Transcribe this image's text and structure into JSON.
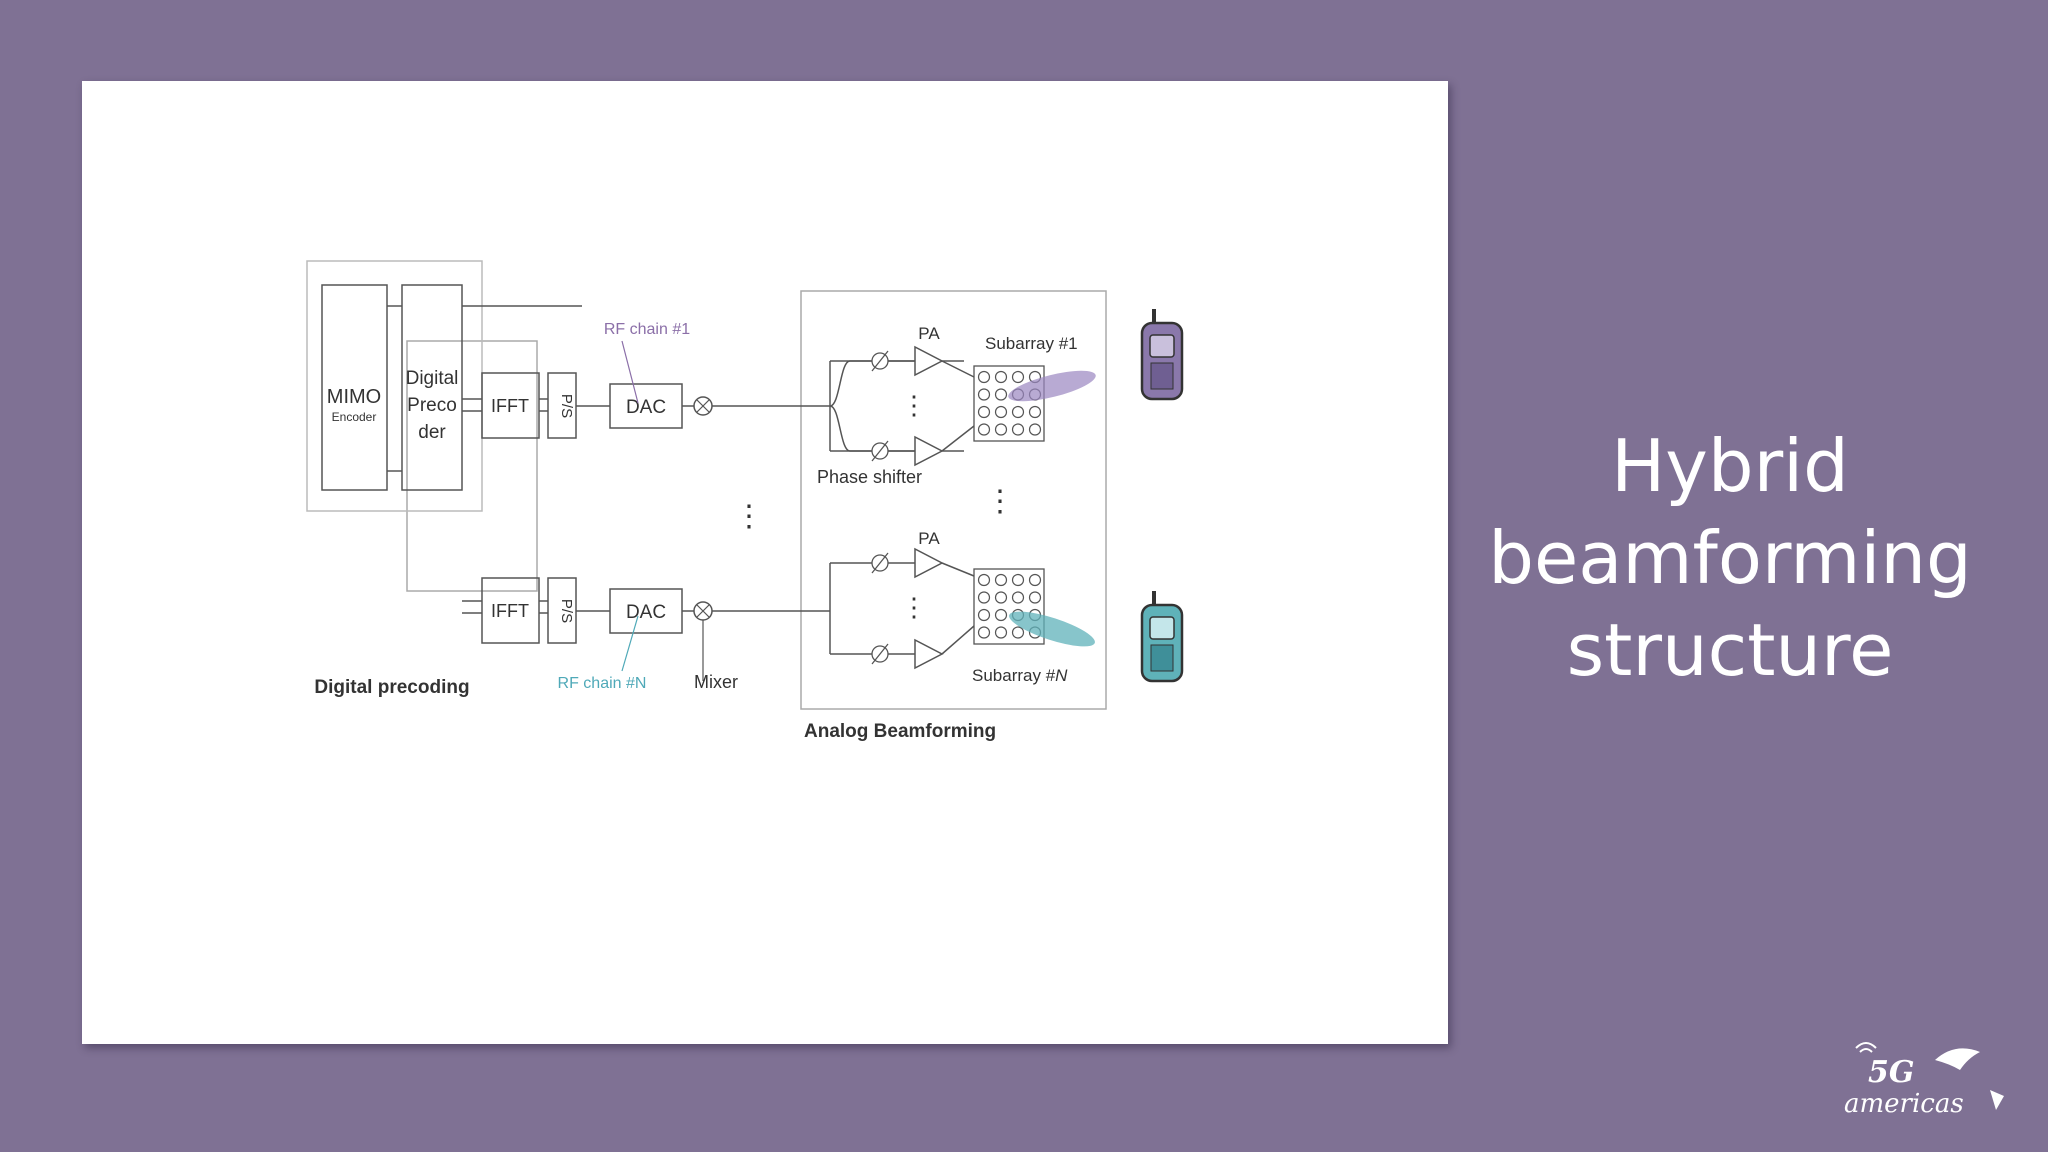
{
  "slide": {
    "title_lines": [
      "Hybrid",
      "beamforming",
      "structure"
    ]
  },
  "diagram": {
    "rf_chain_1": "RF chain #1",
    "rf_chain_n": "RF chain #N",
    "mimo": "MIMO",
    "encoder": "Encoder",
    "digital_precoder_lines": [
      "Digital",
      "Preco",
      "der"
    ],
    "ifft": "IFFT",
    "ps": "P/S",
    "dac": "DAC",
    "pa": "PA",
    "subarray_1": "Subarray #1",
    "subarray_n": "Subarray #",
    "subarray_n_italic": "N",
    "phase_shifter": "Phase shifter",
    "mixer": "Mixer",
    "digital_precoding": "Digital precoding",
    "analog_beamforming": "Analog Beamforming",
    "ellipsis": "⋮",
    "colors": {
      "chain1": "#8b6fa8",
      "chainN": "#4fa9b8",
      "beam1": "#9a86c0",
      "beamN": "#5fb2b9"
    }
  },
  "logo": {
    "line1": "5G",
    "line2": "americas"
  }
}
